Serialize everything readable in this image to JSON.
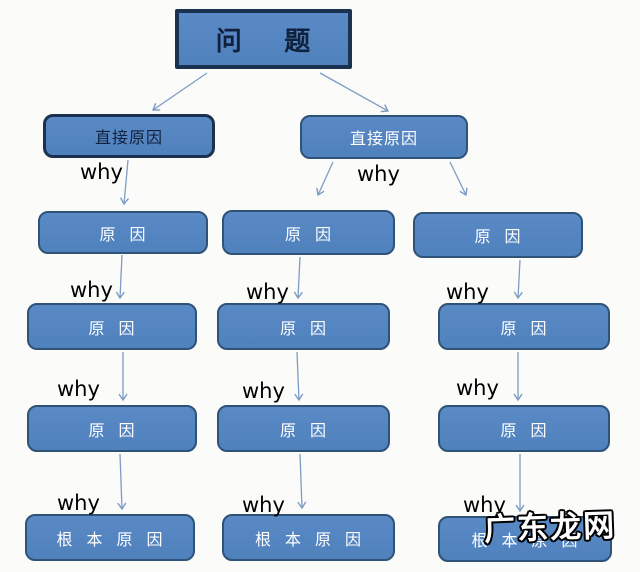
{
  "labels": {
    "problem": "问 题",
    "direct_cause": "直接原因",
    "cause": "原 因",
    "root_cause": "根 本 原 因",
    "why": "why"
  },
  "watermark": "广东龙网",
  "colors": {
    "node_fill": "#4f81bd",
    "node_fill_light": "#5a8ac6",
    "node_border": "#2e5377",
    "emphasis_border": "#1b3150",
    "node_text": "#ffffff",
    "emphasis_text": "#10213d",
    "arrow": "#7d9cc6",
    "background": "#fbfbf9",
    "why_text": "#000000"
  }
}
